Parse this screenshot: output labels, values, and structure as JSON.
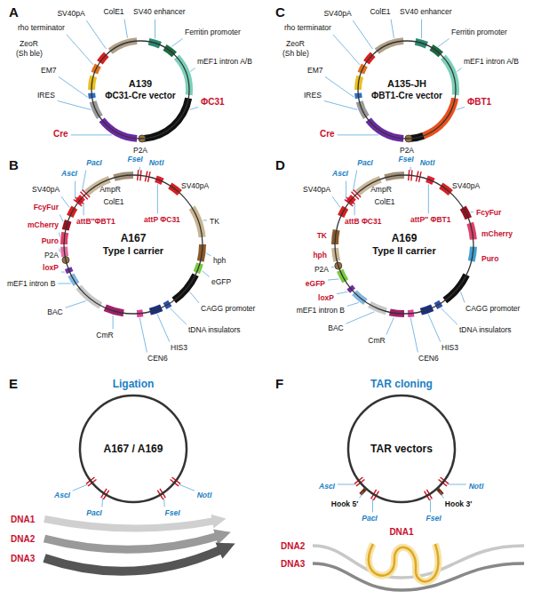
{
  "diagram": {
    "nodes": [
      {
        "text": [
          "A139",
          "ΦC31-Cre vector"
        ]
      },
      {
        "text": [
          "A135-JH",
          "ΦBT1-Cre vector"
        ]
      },
      {
        "text": [
          "A167",
          "Type I carrier"
        ]
      },
      {
        "text": [
          "A169",
          "Type II carrier"
        ]
      },
      {
        "text": [
          "A167 / A169"
        ]
      },
      {
        "text": [
          "TAR vectors"
        ]
      }
    ],
    "labels": [
      "A",
      "SV40pA",
      "ColE1",
      "SV40 enhancer",
      "rho terminator",
      "ZeoR",
      "(Sh ble)",
      "EM7",
      "IRES",
      "Cre",
      "P2A",
      "ΦC31",
      "mEF1 intron A/B",
      "Ferritin promoter",
      "C",
      "SV40pA",
      "ColE1",
      "SV40 enhancer",
      "rho terminator",
      "ZeoR",
      "(Sh ble)",
      "EM7",
      "IRES",
      "Cre",
      "P2A",
      "ΦBT1",
      "mEF1 intron A/B",
      "Ferritin promoter",
      "B",
      "AscI",
      "PacI",
      "FseI",
      "NotI",
      "SV40pA",
      "FcyFur",
      "mCherry",
      "Puro",
      "P2A",
      "loxP",
      "mEF1 intron B",
      "BAC",
      "CmR",
      "CEN6",
      "HIS3",
      "tDNA insulators",
      "CAGG promoter",
      "eGFP",
      "hph",
      "TK",
      "SV40pA",
      "attP ΦC31",
      "ColE1",
      "AmpR",
      "attB″ΦBT1",
      "D",
      "AscI",
      "PacI",
      "FseI",
      "NotI",
      "SV40pA",
      "attB ΦC31",
      "TK",
      "hph",
      "P2A",
      "eGFP",
      "loxP",
      "mEF1 intron B",
      "BAC",
      "CmR",
      "CEN6",
      "HIS3",
      "tDNA insulators",
      "CAGG promoter",
      "Puro",
      "mCherry",
      "FcyFur",
      "SV40pA",
      "attP″ ΦBT1",
      "ColE1",
      "AmpR",
      "E",
      "Ligation",
      "AscI",
      "PacI",
      "FseI",
      "NotI",
      "DNA1",
      "DNA2",
      "DNA3",
      "F",
      "TAR cloning",
      "AscI",
      "Hook 5′",
      "PacI",
      "FseI",
      "Hook 3′",
      "NotI",
      "DNA1",
      "DNA2",
      "DNA3"
    ]
  }
}
